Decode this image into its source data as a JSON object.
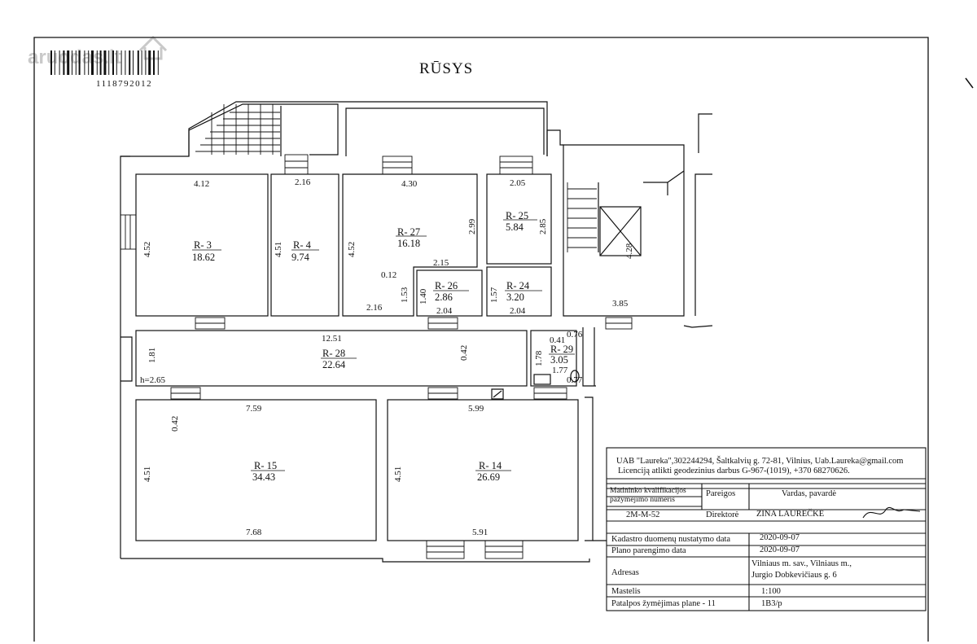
{
  "title": "RŪSYS",
  "barcode_number": "1118792012",
  "watermark": "aruodas.lt",
  "rooms": [
    {
      "id": "r3",
      "name": "R- 3",
      "area": "18.62"
    },
    {
      "id": "r4",
      "name": "R- 4",
      "area": "9.74"
    },
    {
      "id": "r27",
      "name": "R- 27",
      "area": "16.18"
    },
    {
      "id": "r25",
      "name": "R- 25",
      "area": "5.84"
    },
    {
      "id": "r26",
      "name": "R- 26",
      "area": "2.86"
    },
    {
      "id": "r24",
      "name": "R- 24",
      "area": "3.20"
    },
    {
      "id": "r28",
      "name": "R- 28",
      "area": "22.64"
    },
    {
      "id": "r29",
      "name": "R- 29",
      "area": "3.05"
    },
    {
      "id": "r15",
      "name": "R- 15",
      "area": "34.43"
    },
    {
      "id": "r14",
      "name": "R- 14",
      "area": "26.69"
    }
  ],
  "dims": {
    "r3_top": "4.12",
    "r3_left": "4.52",
    "r4_top": "2.16",
    "r4_left": "4.51",
    "r27_top": "4.30",
    "r27_left": "4.52",
    "r27_right": "2.99",
    "r27_small": "0.12",
    "r27_notch": "2.15",
    "r27_bottom": "2.16",
    "r27_inner": "1.53",
    "r25_top": "2.05",
    "r25_right": "2.85",
    "r26_left": "1.40",
    "r26_bottom": "2.04",
    "r24_left": "1.57",
    "r24_bottom": "2.04",
    "stair_right": "4.28",
    "stair_bottom": "3.85",
    "r28_top": "12.51",
    "r28_left": "1.81",
    "r28_right": "0.42",
    "r28_height": "h=2.65",
    "r29_a": "0.41",
    "r29_b": "0.76",
    "r29_left": "1.78",
    "r29_c": "1.77",
    "r29_d": "0.77",
    "r15_top": "7.59",
    "r15_left": "4.51",
    "r15_bottom": "7.68",
    "r15_small": "0.42",
    "r14_top": "5.99",
    "r14_left": "4.51",
    "r14_bottom": "5.91"
  },
  "infobox": {
    "company_line1": "UAB \"Laureka\",302244294, Šaltkalvių g. 72-81, Vilnius, Uab.Laureka@gmail.com",
    "company_line2": "Licenciją atlikti geodezinius darbus G-967-(1019), +370 68270626.",
    "col1_header_a": "Matininko kvalifikacijos",
    "col1_header_b": "pažymėjimo numeris",
    "col2_header": "Pareigos",
    "col3_header": "Vardas, pavardė",
    "cert_no": "2M-M-52",
    "position": "Direktorė",
    "name": "ZINA LAUREČKĖ",
    "rows": [
      {
        "label": "Kadastro duomenų nustatymo data",
        "value": "2020-09-07"
      },
      {
        "label": "Plano parengimo data",
        "value": "2020-09-07"
      },
      {
        "label": "Adresas",
        "value": "Vilniaus m. sav., Vilniaus m.,",
        "value2": "Jurgio Dobkevičiaus g. 6"
      },
      {
        "label": "Mastelis",
        "value": "1:100"
      },
      {
        "label": "Patalpos žymėjimas plane -  11",
        "value": "1B3/p"
      }
    ]
  }
}
